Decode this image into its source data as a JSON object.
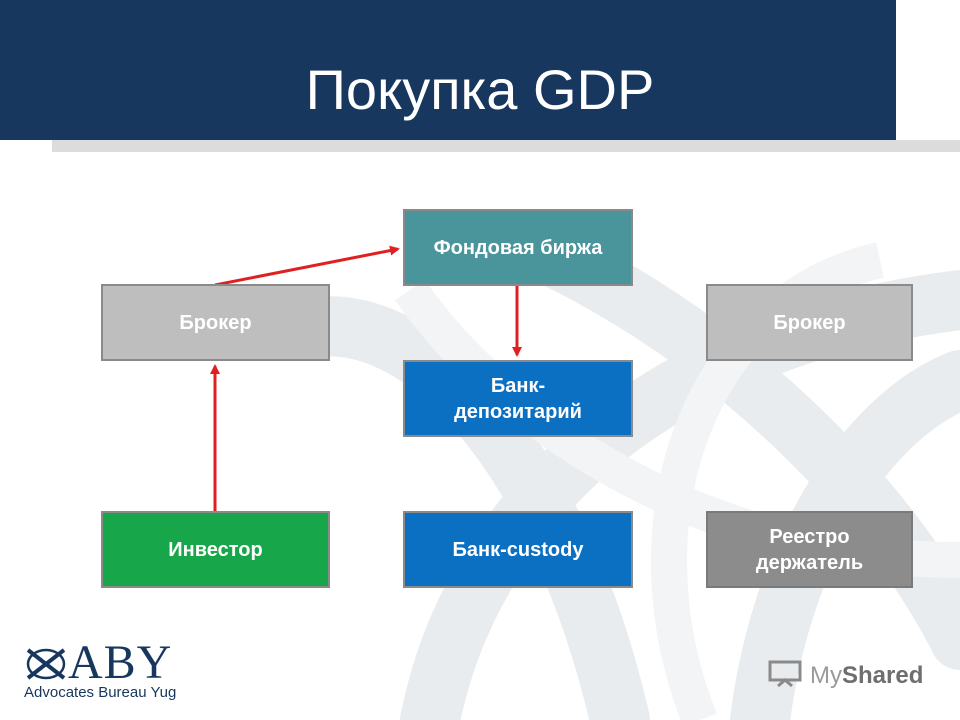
{
  "slide": {
    "title": "Покупка GDP"
  },
  "nodes": {
    "exchange": "Фондовая биржа",
    "broker_left": "Брокер",
    "broker_right": "Брокер",
    "bank_depository": "Банк-\nдепозитарий",
    "investor": "Инвестор",
    "bank_custody": "Банк-custody",
    "registrar": "Реестро\nдержатель"
  },
  "edges": [
    {
      "from": "broker_left",
      "to": "exchange"
    },
    {
      "from": "exchange",
      "to": "bank_depository"
    },
    {
      "from": "investor",
      "to": "broker_left"
    }
  ],
  "logo": {
    "name": "ABY",
    "subtitle": "Advocates Bureau Yug"
  },
  "watermark": {
    "text_a": "My",
    "text_b": "Shared"
  },
  "colors": {
    "header": "#17375e",
    "arrow": "#e02020",
    "exchange": "#4a959c",
    "broker": "#bebebe",
    "bank": "#0b70c2",
    "investor": "#18a64a",
    "registrar": "#8c8c8c"
  }
}
